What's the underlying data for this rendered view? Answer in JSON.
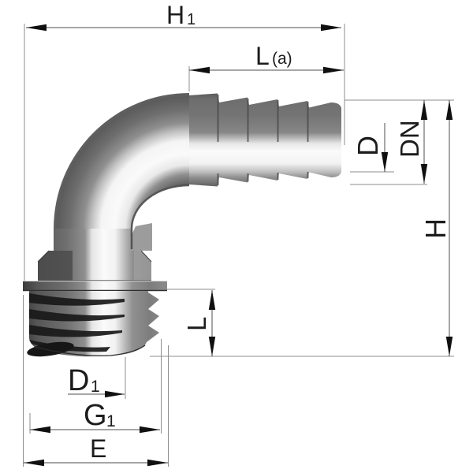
{
  "drawing": {
    "type": "technical-dimension-drawing",
    "subject": "90-degree elbow hose barb fitting with male thread, hex and flange",
    "background_color": "#ffffff",
    "dimension_line_color": "#4f4f4f",
    "extension_line_color": "#8d8d8d",
    "arrow_color": "#101010",
    "label_color": "#1c1c1c",
    "body_colors": {
      "dark_shade": "#4a4a4a",
      "mid_shade": "#7a7a7a",
      "highlight": "#fafafa",
      "thread_dark": "#191919"
    },
    "labels": {
      "h1": {
        "main": "H",
        "sub": "1"
      },
      "la": {
        "main": "L",
        "note": "(a)"
      },
      "d": {
        "main": "D"
      },
      "dn": {
        "main": "DN"
      },
      "h": {
        "main": "H"
      },
      "l": {
        "main": "L"
      },
      "d1": {
        "main": "D",
        "sub": "1"
      },
      "g1": {
        "main": "G",
        "sub": "1"
      },
      "e": {
        "main": "E"
      }
    }
  }
}
